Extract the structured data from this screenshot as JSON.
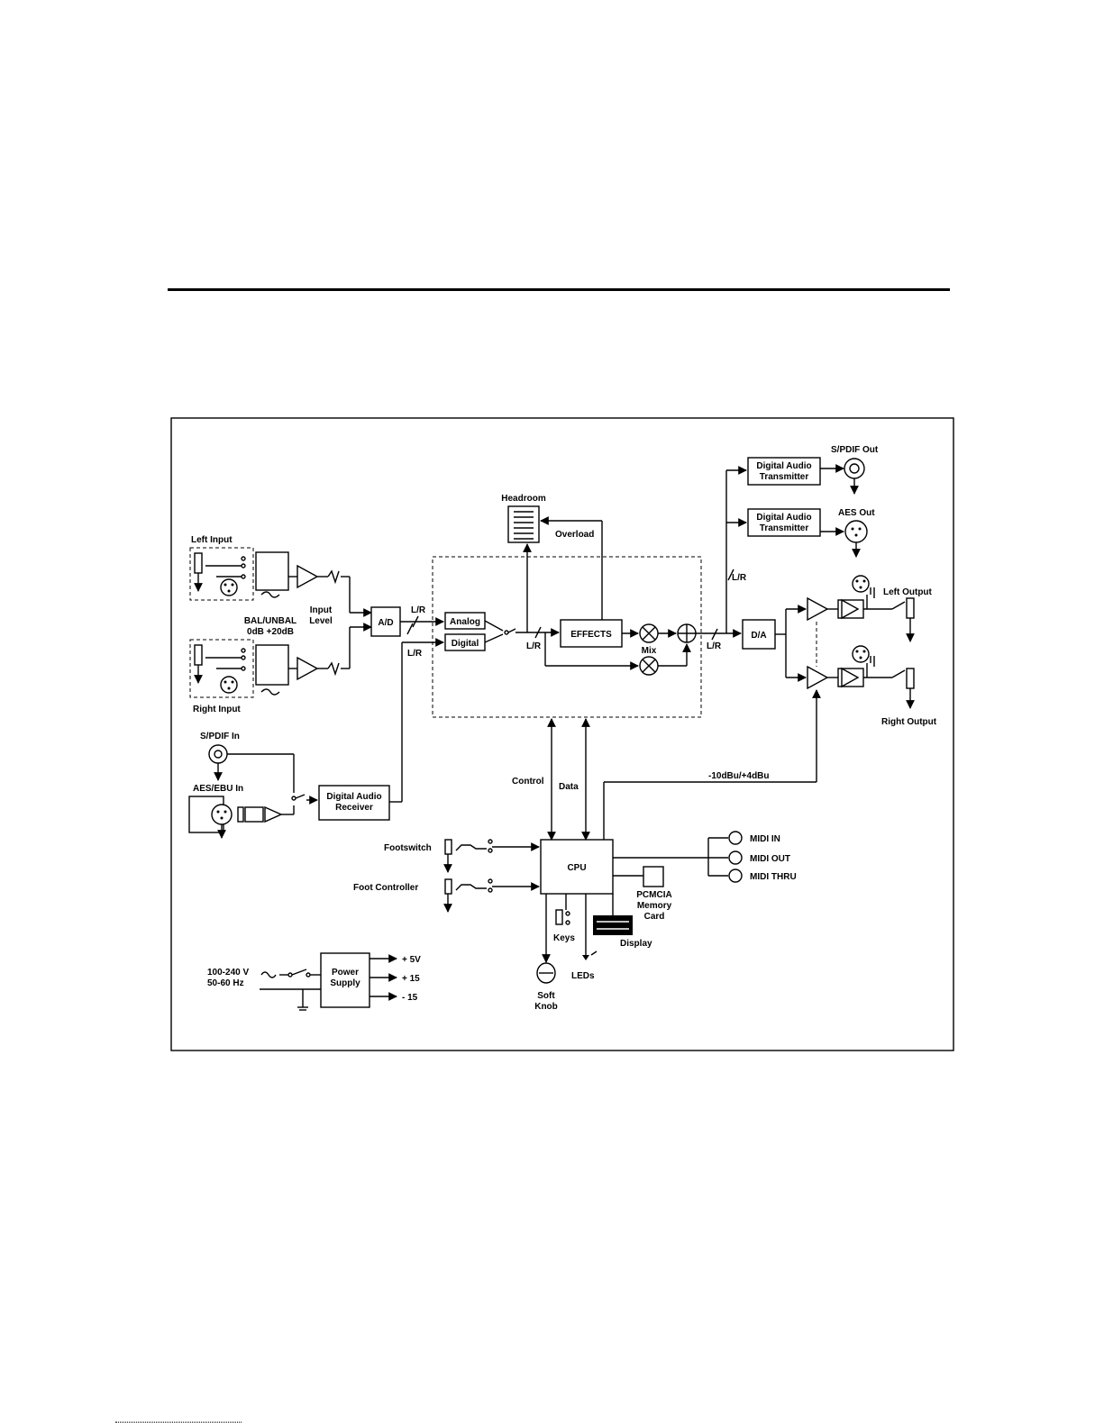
{
  "labels": {
    "spdif_out": "S/PDIF Out",
    "digital_audio_transmitter": "Digital Audio\nTransmitter",
    "aes_out": "AES Out",
    "headroom": "Headroom",
    "overload": "Overload",
    "left_input": "Left Input",
    "right_input": "Right Input",
    "input_level": "Input\nLevel",
    "bal_unbal": "BAL/UNBAL\n0dB  +20dB",
    "ad": "A/D",
    "lr": "L/R",
    "analog": "Analog",
    "digital": "Digital",
    "effects": "EFFECTS",
    "mix": "Mix",
    "da": "D/A",
    "left_output": "Left Output",
    "right_output": "Right Output",
    "spdif_in": "S/PDIF In",
    "aes_ebu_in": "AES/EBU In",
    "digital_audio_receiver": "Digital Audio\nReceiver",
    "control": "Control",
    "data": "Data",
    "output_level": "-10dBu/+4dBu",
    "footswitch": "Footswitch",
    "foot_controller": "Foot Controller",
    "cpu": "CPU",
    "midi_in": "MIDI IN",
    "midi_out": "MIDI OUT",
    "midi_thru": "MIDI THRU",
    "pcmcia": "PCMCIA\nMemory\nCard",
    "display": "Display",
    "keys": "Keys",
    "leds": "LEDs",
    "soft_knob": "Soft\nKnob",
    "mains": "100-240 V\n50-60 Hz",
    "power_supply": "Power\nSupply",
    "rail_5v": "+ 5V",
    "rail_p15": "+ 15",
    "rail_m15": "- 15"
  },
  "icons": [
    "xlr-jack-icon",
    "rca-jack-icon",
    "quarter-inch-jack-icon",
    "amplifier-icon",
    "potentiometer-icon",
    "switch-icon",
    "multiplier-icon",
    "summing-junction-icon",
    "meter-icon",
    "ground-icon",
    "midi-din-icon",
    "knob-icon",
    "led-icon"
  ]
}
